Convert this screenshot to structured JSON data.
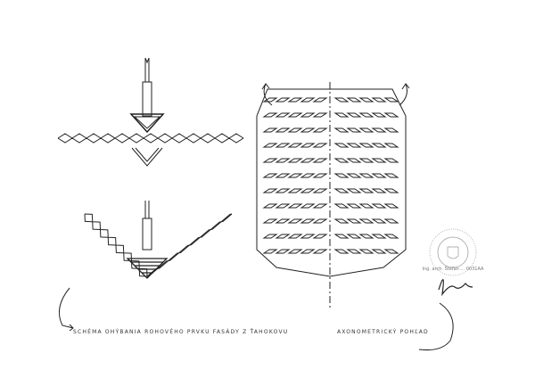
{
  "captions": {
    "left": "SCHÉMA OHÝBANIA ROHOVÉHO PRVKU FASÁDY Z ŤAHOKOVU",
    "right": "AXONOMETRICKÝ POHĽAD"
  },
  "stamp": {
    "text": "Ing. arch. Štefan ... 0031AA"
  },
  "colors": {
    "ink": "#222222",
    "paper": "#ffffff"
  }
}
